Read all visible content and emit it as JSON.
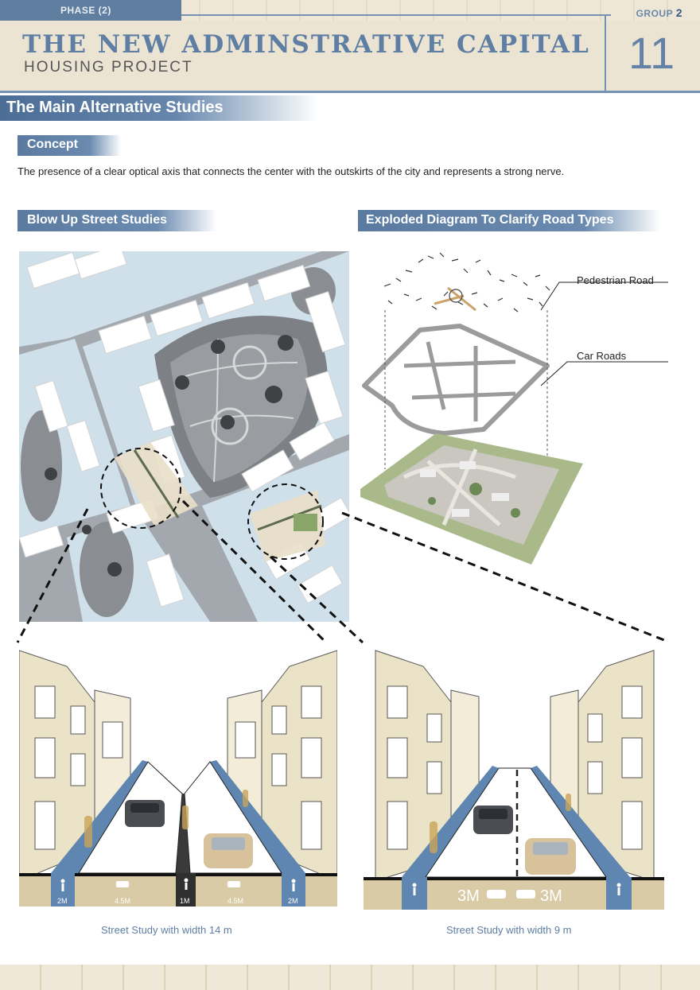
{
  "header": {
    "phase_label": "PHASE (2)",
    "group_label": "GROUP",
    "group_number": "2",
    "title": "THE NEW ADMINSTRATIVE CAPITAL",
    "subtitle": "HOUSING PROJECT",
    "page_number": "11"
  },
  "sections": {
    "main_title": "The Main Alternative Studies",
    "concept_title": "Concept",
    "concept_text": "The presence of a clear optical axis that connects the center with the outskirts of the city and represents a strong nerve.",
    "blowup_title": "Blow Up Street Studies",
    "exploded_title": "Exploded Diagram To Clarify Road Types"
  },
  "exploded": {
    "pedestrian_label": "Pedestrian Road",
    "car_label": "Car Roads"
  },
  "street_14": {
    "caption": "Street Study with width 14 m",
    "dims": [
      "2M",
      "4.5M",
      "1M",
      "4.5M",
      "2M"
    ]
  },
  "street_9": {
    "caption": "Street Study with width 9 m",
    "dims": [
      "3M",
      "3M"
    ]
  },
  "colors": {
    "accent": "#5e7ea3",
    "header_bg": "#ece4d2",
    "sidewalk": "#5f86b0",
    "ground": "#d8cba6"
  }
}
